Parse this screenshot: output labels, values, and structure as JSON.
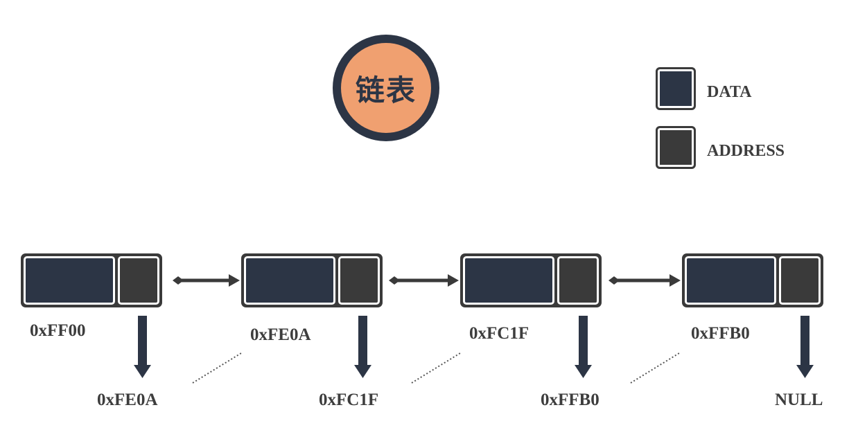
{
  "title": "链表",
  "legend": [
    {
      "label": "DATA",
      "color": "#2c3545"
    },
    {
      "label": "ADDRESS",
      "color": "#3a3a3a"
    }
  ],
  "nodes": [
    {
      "address": "0xFF00",
      "next": "0xFE0A"
    },
    {
      "address": "0xFE0A",
      "next": "0xFC1F"
    },
    {
      "address": "0xFC1F",
      "next": "0xFFB0"
    },
    {
      "address": "0xFFB0",
      "next": "NULL"
    }
  ],
  "colors": {
    "data_fill": "#2c3545",
    "address_fill": "#3a3a3a",
    "title_fill": "#f0a070",
    "arrow": "#3a3a3a"
  }
}
